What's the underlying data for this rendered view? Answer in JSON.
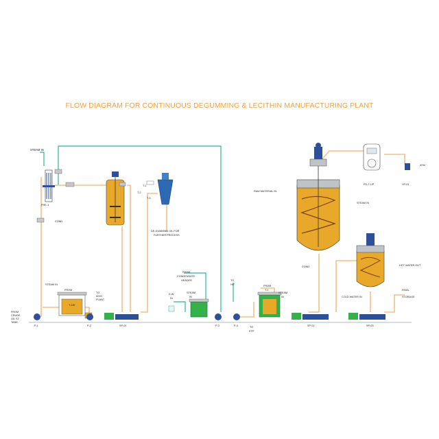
{
  "title": "FLOW DIAGRAM FOR CONTINUOUS DEGUMMING & LECITHIN MANUFACTURING PLANT",
  "colors": {
    "title": "#f2a23a",
    "pipe_oil": "#f2c08a",
    "pipe_steam": "#2bb39a",
    "vessel_fill": "#e8a92a",
    "pump": "#2e4f9a",
    "box_green": "#33b24a"
  },
  "labels": {
    "steam_in_top": "STEAM IN",
    "phe1": "PHE-1",
    "cond1": "COND",
    "degum_oil": "DE-GUMMING OIL FOR",
    "further_process": "FURTHER PROCESS",
    "t1": "T-1",
    "t2": "T-2",
    "t3": "T-3",
    "from_crude": "FROM",
    "crude": "CRUDE",
    "oil_st": "OIL ST",
    "tank": "TANK",
    "steam_in_left": "STEAM IN",
    "from_box": "FROM",
    "tank1": "T-1/B",
    "to_acid": "TO",
    "acid": "ACID",
    "plant": "PLANT",
    "p1": "P-1",
    "p2": "P-2",
    "sp1": "SP-01",
    "from_cond": "FROM",
    "cond_header1": "CONDENSATE",
    "cond_header2": "HEADER",
    "c_w": "C.W",
    "in": "IN",
    "steam_mid": "STEAM",
    "in2": "IN",
    "p3": "P-3",
    "to_h": "TO",
    "h": "H/T",
    "p4": "P-4",
    "from_t1": "FROM",
    "t1b": "T-1",
    "steam_in3": "STEAM",
    "in3": "IN",
    "to_etp": "TO",
    "etp": "ETP",
    "raw_material": "RAW MATERIAL IN",
    "steam_in_reactor": "STEAM IN",
    "cond_reactor": "COND",
    "fd_t": "FD-T-1/P",
    "atm": "ATM",
    "vp": "VP-01",
    "sp2": "SP-02",
    "hot_water_out": "HOT WATER OUT",
    "cold_water_in": "COLD WATER IN",
    "final": "FINAL",
    "storage": "STORAGE",
    "sp3": "SP-03"
  }
}
